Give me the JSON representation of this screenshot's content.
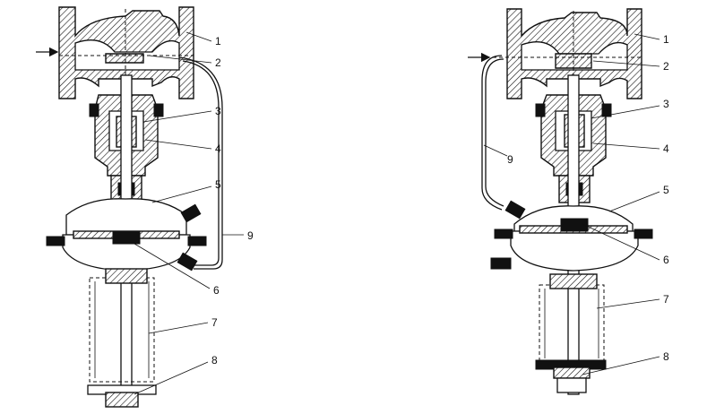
{
  "diagrams": [
    {
      "labels": [
        "1",
        "2",
        "3",
        "4",
        "5",
        "9",
        "6",
        "7",
        "8"
      ]
    },
    {
      "labels": [
        "1",
        "2",
        "3",
        "4",
        "9",
        "5",
        "6",
        "7",
        "8"
      ]
    }
  ]
}
